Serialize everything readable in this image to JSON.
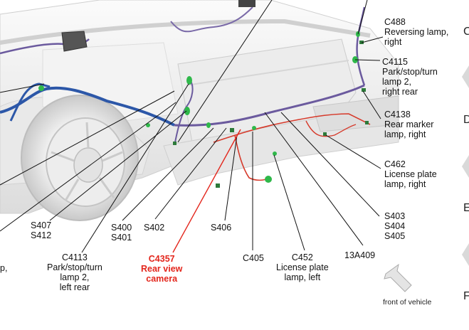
{
  "labels": {
    "c488": "C488\nReversing lamp,\nright",
    "c4115": "C4115\nPark/stop/turn\nlamp 2,\nright rear",
    "c4138": "C4138\nRear marker\nlamp, right",
    "c462": "C462\nLicense plate\nlamp, right",
    "s403": "S403\nS404\nS405",
    "h13a409": "13A409",
    "c452": "C452\nLicense plate\nlamp, left",
    "c405": "C405",
    "s406": "S406",
    "c4357": "C4357\nRear view\ncamera",
    "s402": "S402",
    "s400": "S400\nS401",
    "s407": "S407\nS412",
    "c4113": "C4113\nPark/stop/turn\nlamp 2,\nleft rear",
    "left_cut": "p,"
  },
  "orientation": {
    "caption": "front of vehicle",
    "icon": "front-arrow-icon"
  },
  "side_letters": [
    "C",
    "D",
    "E",
    "F"
  ],
  "colors": {
    "highlight": "#e3261c",
    "harness_blue": "#2c57a8",
    "harness_purple": "#6b5a9e",
    "connector_green": "#2fb84a",
    "leader": "#111111"
  }
}
